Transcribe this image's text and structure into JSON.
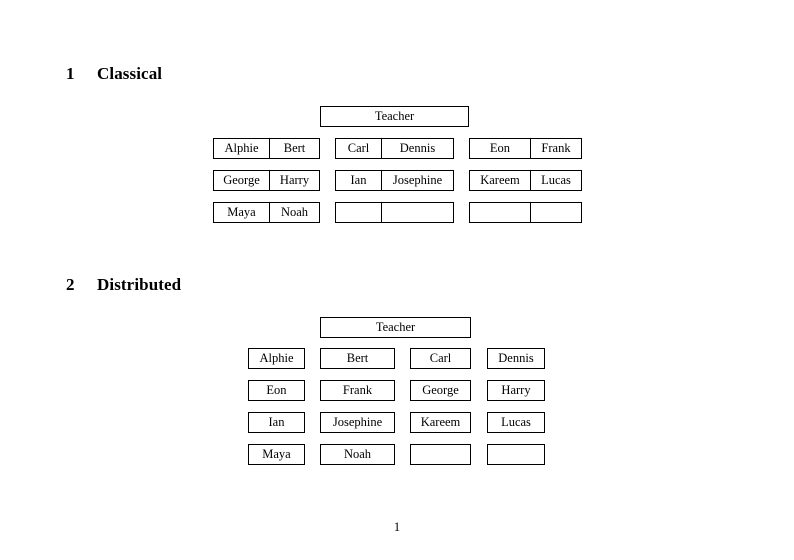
{
  "document": {
    "page_number": "1"
  },
  "sections": [
    {
      "number": "1",
      "title": "Classical",
      "teacher_label": "Teacher",
      "layout": "joined-pairs",
      "rows": [
        {
          "groups": [
            {
              "cells": [
                "Alphie",
                "Bert"
              ]
            },
            {
              "cells": [
                "Carl",
                "Dennis"
              ]
            },
            {
              "cells": [
                "Eon",
                "Frank"
              ]
            }
          ]
        },
        {
          "groups": [
            {
              "cells": [
                "George",
                "Harry"
              ]
            },
            {
              "cells": [
                "Ian",
                "Josephine"
              ]
            },
            {
              "cells": [
                "Kareem",
                "Lucas"
              ]
            }
          ]
        },
        {
          "groups": [
            {
              "cells": [
                "Maya",
                "Noah"
              ]
            },
            {
              "cells": [
                "",
                ""
              ]
            },
            {
              "cells": [
                "",
                ""
              ]
            }
          ]
        }
      ]
    },
    {
      "number": "2",
      "title": "Distributed",
      "teacher_label": "Teacher",
      "layout": "separate-boxes",
      "rows": [
        {
          "cells": [
            "Alphie",
            "Bert",
            "Carl",
            "Dennis"
          ]
        },
        {
          "cells": [
            "Eon",
            "Frank",
            "George",
            "Harry"
          ]
        },
        {
          "cells": [
            "Ian",
            "Josephine",
            "Kareem",
            "Lucas"
          ]
        },
        {
          "cells": [
            "Maya",
            "Noah",
            "",
            ""
          ]
        }
      ]
    }
  ]
}
